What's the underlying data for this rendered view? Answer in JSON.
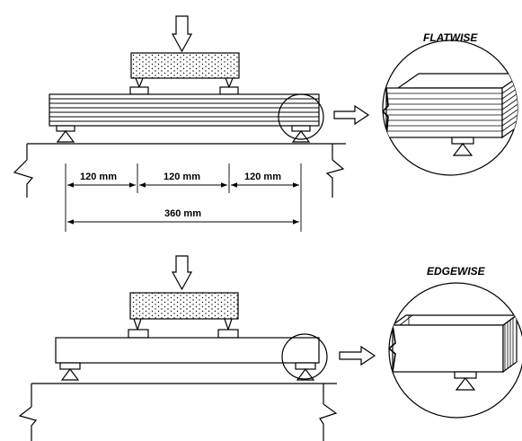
{
  "flatwise": {
    "title": "FLATWISE",
    "dimensions": {
      "span_left": "120 mm",
      "span_middle": "120 mm",
      "span_right": "120 mm",
      "span_total": "360 mm"
    }
  },
  "edgewise": {
    "title": "EDGEWISE"
  }
}
